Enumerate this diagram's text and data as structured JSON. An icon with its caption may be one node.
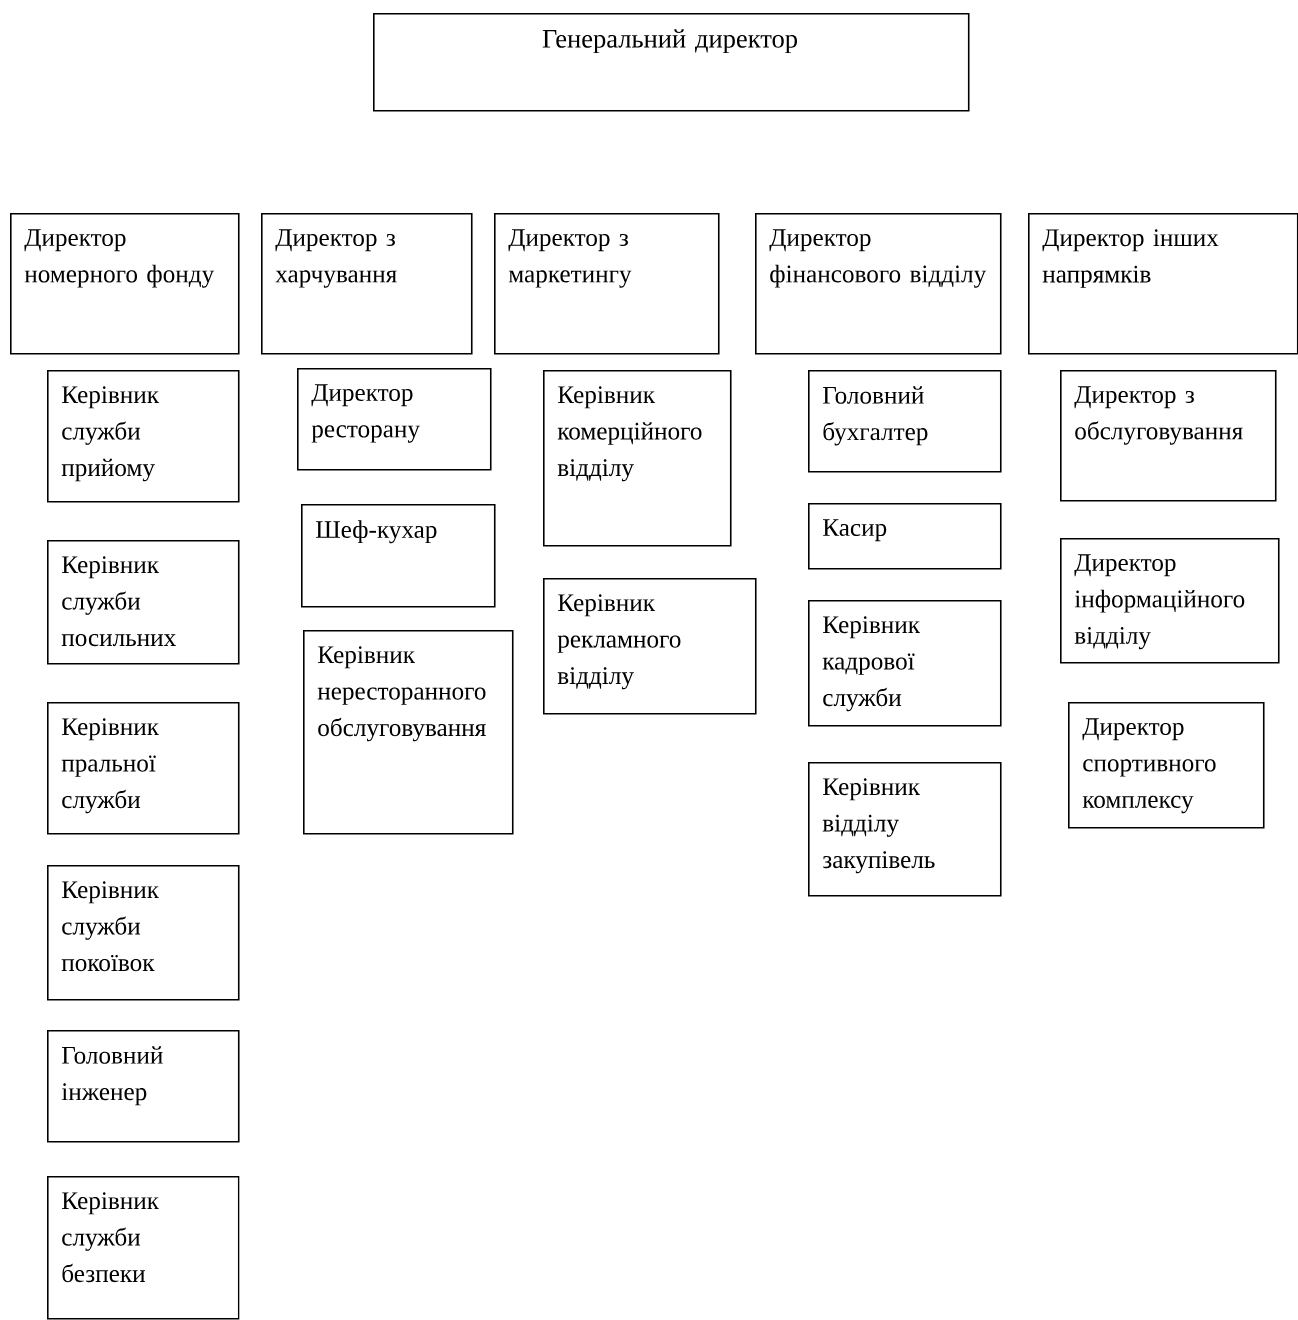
{
  "diagram": {
    "nodes": [
      {
        "text": [
          "Генеральний директор"
        ]
      },
      {
        "text": [
          "Директор номерного фонду"
        ]
      },
      {
        "text": [
          "Директор з харчування"
        ]
      },
      {
        "text": [
          "Директор з маркетингу"
        ]
      },
      {
        "text": [
          "Директор фінансового відділу"
        ]
      },
      {
        "text": [
          "Директор інших напрямків"
        ]
      },
      {
        "text": [
          "Керівник служби прийому"
        ]
      },
      {
        "text": [
          "Керівник служби посильних"
        ]
      },
      {
        "text": [
          "Керівник пральної служби"
        ]
      },
      {
        "text": [
          "Керівник служби покоївок"
        ]
      },
      {
        "text": [
          "Головний інженер"
        ]
      },
      {
        "text": [
          "Керівник служби безпеки"
        ]
      },
      {
        "text": [
          "Директор ресторану"
        ]
      },
      {
        "text": [
          "Шеф-кухар"
        ]
      },
      {
        "text": [
          "Керівник нересторанного обслуговування"
        ]
      },
      {
        "text": [
          "Керівник комерційного відділу"
        ]
      },
      {
        "text": [
          "Керівник рекламного відділу"
        ]
      },
      {
        "text": [
          "Головний бухгалтер"
        ]
      },
      {
        "text": [
          "Касир"
        ]
      },
      {
        "text": [
          "Керівник кадрової служби"
        ]
      },
      {
        "text": [
          "Керівник відділу закупівель"
        ]
      },
      {
        "text": [
          "Директор з обслуговування"
        ]
      },
      {
        "text": [
          "Директор інформаційного відділу"
        ]
      },
      {
        "text": [
          "Директор спортивного комплексу"
        ]
      }
    ]
  }
}
